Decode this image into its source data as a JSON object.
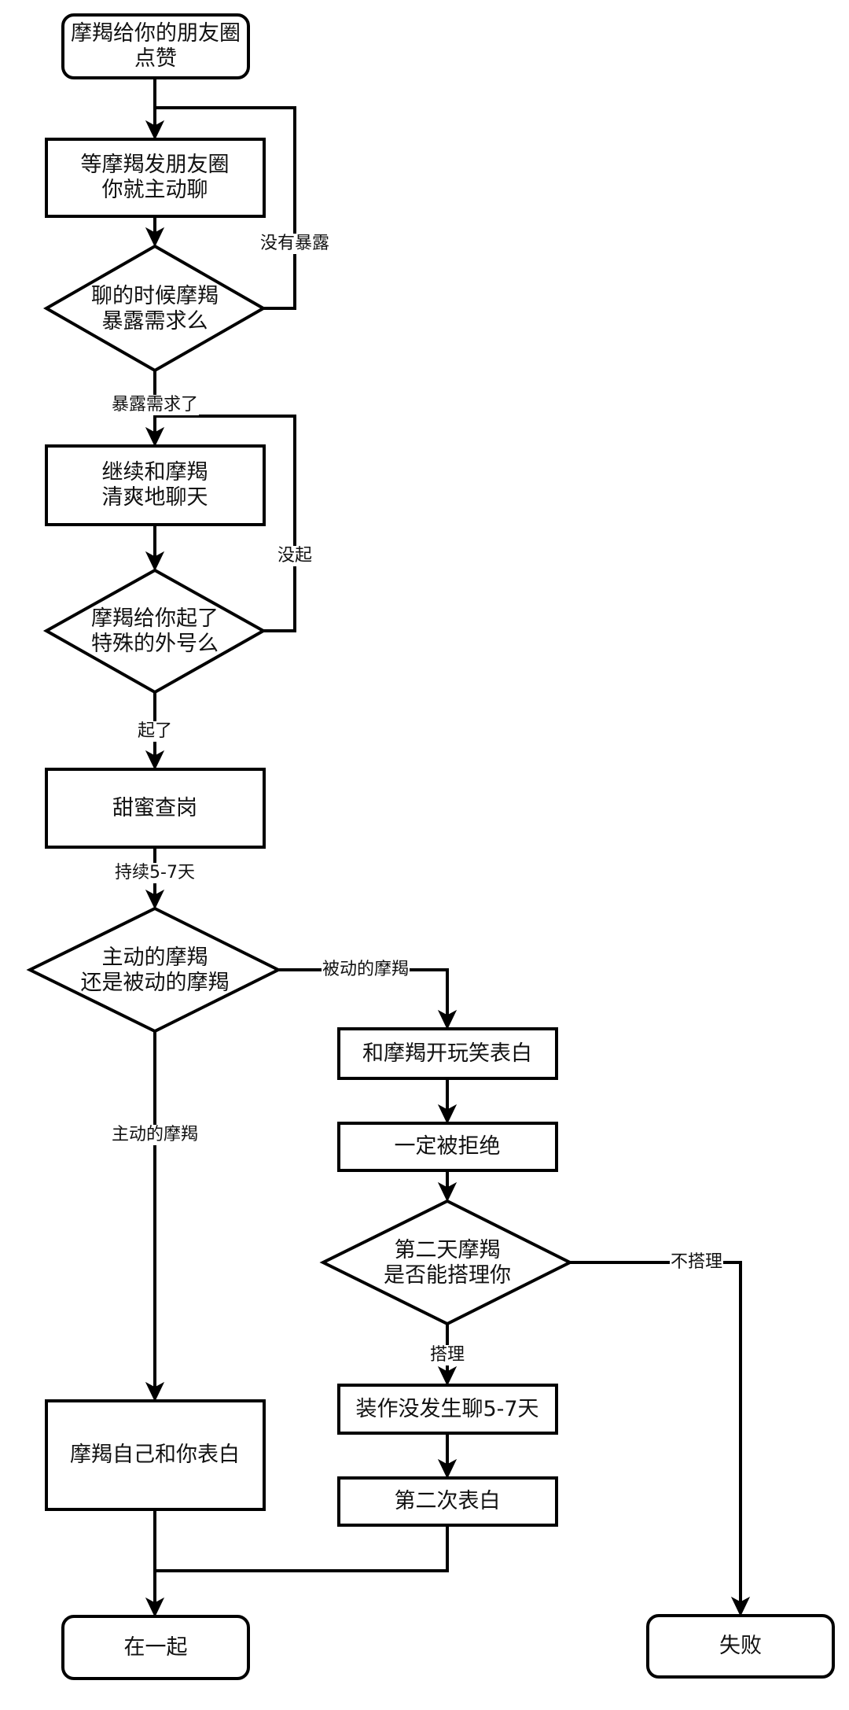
{
  "diagram": {
    "nodes": [
      {
        "id": "n1",
        "shape": "terminal",
        "lines": [
          "摩羯给你的朋友圈",
          "点赞"
        ]
      },
      {
        "id": "n2",
        "shape": "process",
        "lines": [
          "等摩羯发朋友圈",
          "你就主动聊"
        ]
      },
      {
        "id": "n3",
        "shape": "decision",
        "lines": [
          "聊的时候摩羯",
          "暴露需求么"
        ]
      },
      {
        "id": "n4",
        "shape": "process",
        "lines": [
          "继续和摩羯",
          "清爽地聊天"
        ]
      },
      {
        "id": "n5",
        "shape": "decision",
        "lines": [
          "摩羯给你起了",
          "特殊的外号么"
        ]
      },
      {
        "id": "n6",
        "shape": "process",
        "lines": [
          "甜蜜查岗"
        ]
      },
      {
        "id": "n7",
        "shape": "decision",
        "lines": [
          "主动的摩羯",
          "还是被动的摩羯"
        ]
      },
      {
        "id": "n8",
        "shape": "process",
        "lines": [
          "和摩羯开玩笑表白"
        ]
      },
      {
        "id": "n9",
        "shape": "process",
        "lines": [
          "一定被拒绝"
        ]
      },
      {
        "id": "n10",
        "shape": "decision",
        "lines": [
          "第二天摩羯",
          "是否能搭理你"
        ]
      },
      {
        "id": "n11",
        "shape": "process",
        "lines": [
          "装作没发生聊5-7天"
        ]
      },
      {
        "id": "n12",
        "shape": "process",
        "lines": [
          "第二次表白"
        ]
      },
      {
        "id": "n13",
        "shape": "process",
        "lines": [
          "摩羯自己和你表白"
        ]
      },
      {
        "id": "n14",
        "shape": "terminal",
        "lines": [
          "在一起"
        ]
      },
      {
        "id": "n15",
        "shape": "terminal",
        "lines": [
          "失败"
        ]
      }
    ],
    "edges": [
      {
        "from": "n1",
        "to": "n2",
        "label": ""
      },
      {
        "from": "n2",
        "to": "n3",
        "label": ""
      },
      {
        "from": "n3",
        "to": "n2",
        "label": "没有暴露"
      },
      {
        "from": "n3",
        "to": "n4",
        "label": "暴露需求了"
      },
      {
        "from": "n4",
        "to": "n5",
        "label": ""
      },
      {
        "from": "n5",
        "to": "n4",
        "label": "没起"
      },
      {
        "from": "n5",
        "to": "n6",
        "label": "起了"
      },
      {
        "from": "n6",
        "to": "n7",
        "label": "持续5-7天"
      },
      {
        "from": "n7",
        "to": "n8",
        "label": "被动的摩羯"
      },
      {
        "from": "n7",
        "to": "n13",
        "label": "主动的摩羯"
      },
      {
        "from": "n8",
        "to": "n9",
        "label": ""
      },
      {
        "from": "n9",
        "to": "n10",
        "label": ""
      },
      {
        "from": "n10",
        "to": "n15",
        "label": "不搭理"
      },
      {
        "from": "n10",
        "to": "n11",
        "label": "搭理"
      },
      {
        "from": "n11",
        "to": "n12",
        "label": ""
      },
      {
        "from": "n12",
        "to": "n14",
        "label": ""
      },
      {
        "from": "n13",
        "to": "n14",
        "label": ""
      }
    ]
  }
}
